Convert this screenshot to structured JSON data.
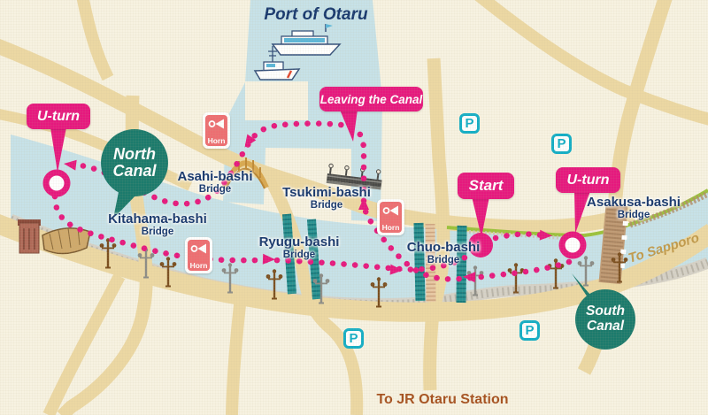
{
  "map": {
    "region_labels": {
      "port": "Port of Otaru"
    },
    "callouts": {
      "leaving_canal": "Leaving the Canal",
      "uturn_left": "U-turn",
      "uturn_right": "U-turn",
      "start": "Start"
    },
    "canal_badges": {
      "north": {
        "line1": "North",
        "line2": "Canal"
      },
      "south": {
        "line1": "South",
        "line2": "Canal"
      }
    },
    "bridges": [
      {
        "name": "Asahi-bashi",
        "type": "Bridge"
      },
      {
        "name": "Tsukimi-bashi",
        "type": "Bridge"
      },
      {
        "name": "Kitahama-bashi",
        "type": "Bridge"
      },
      {
        "name": "Ryugu-bashi",
        "type": "Bridge"
      },
      {
        "name": "Chuo-bashi",
        "type": "Bridge"
      },
      {
        "name": "Asakusa-bashi",
        "type": "Bridge"
      }
    ],
    "icons": {
      "horn_label": "Horn",
      "parking_label": "P"
    },
    "directions": {
      "sapporo": "To Sapporo",
      "station": "To JR Otaru Station"
    },
    "colors": {
      "route_pink": "#e6187e",
      "water_blue": "#c7e2e8",
      "road_tan": "#ecd8a3",
      "canal_badge_teal": "#1b7a6c",
      "parking_cyan": "#12aec6",
      "horn_salmon": "#ed6e72",
      "label_navy": "#16376d",
      "station_brown": "#a6511f",
      "sapporo_tan": "#c19a4b",
      "background": "#f7f2e1"
    }
  }
}
